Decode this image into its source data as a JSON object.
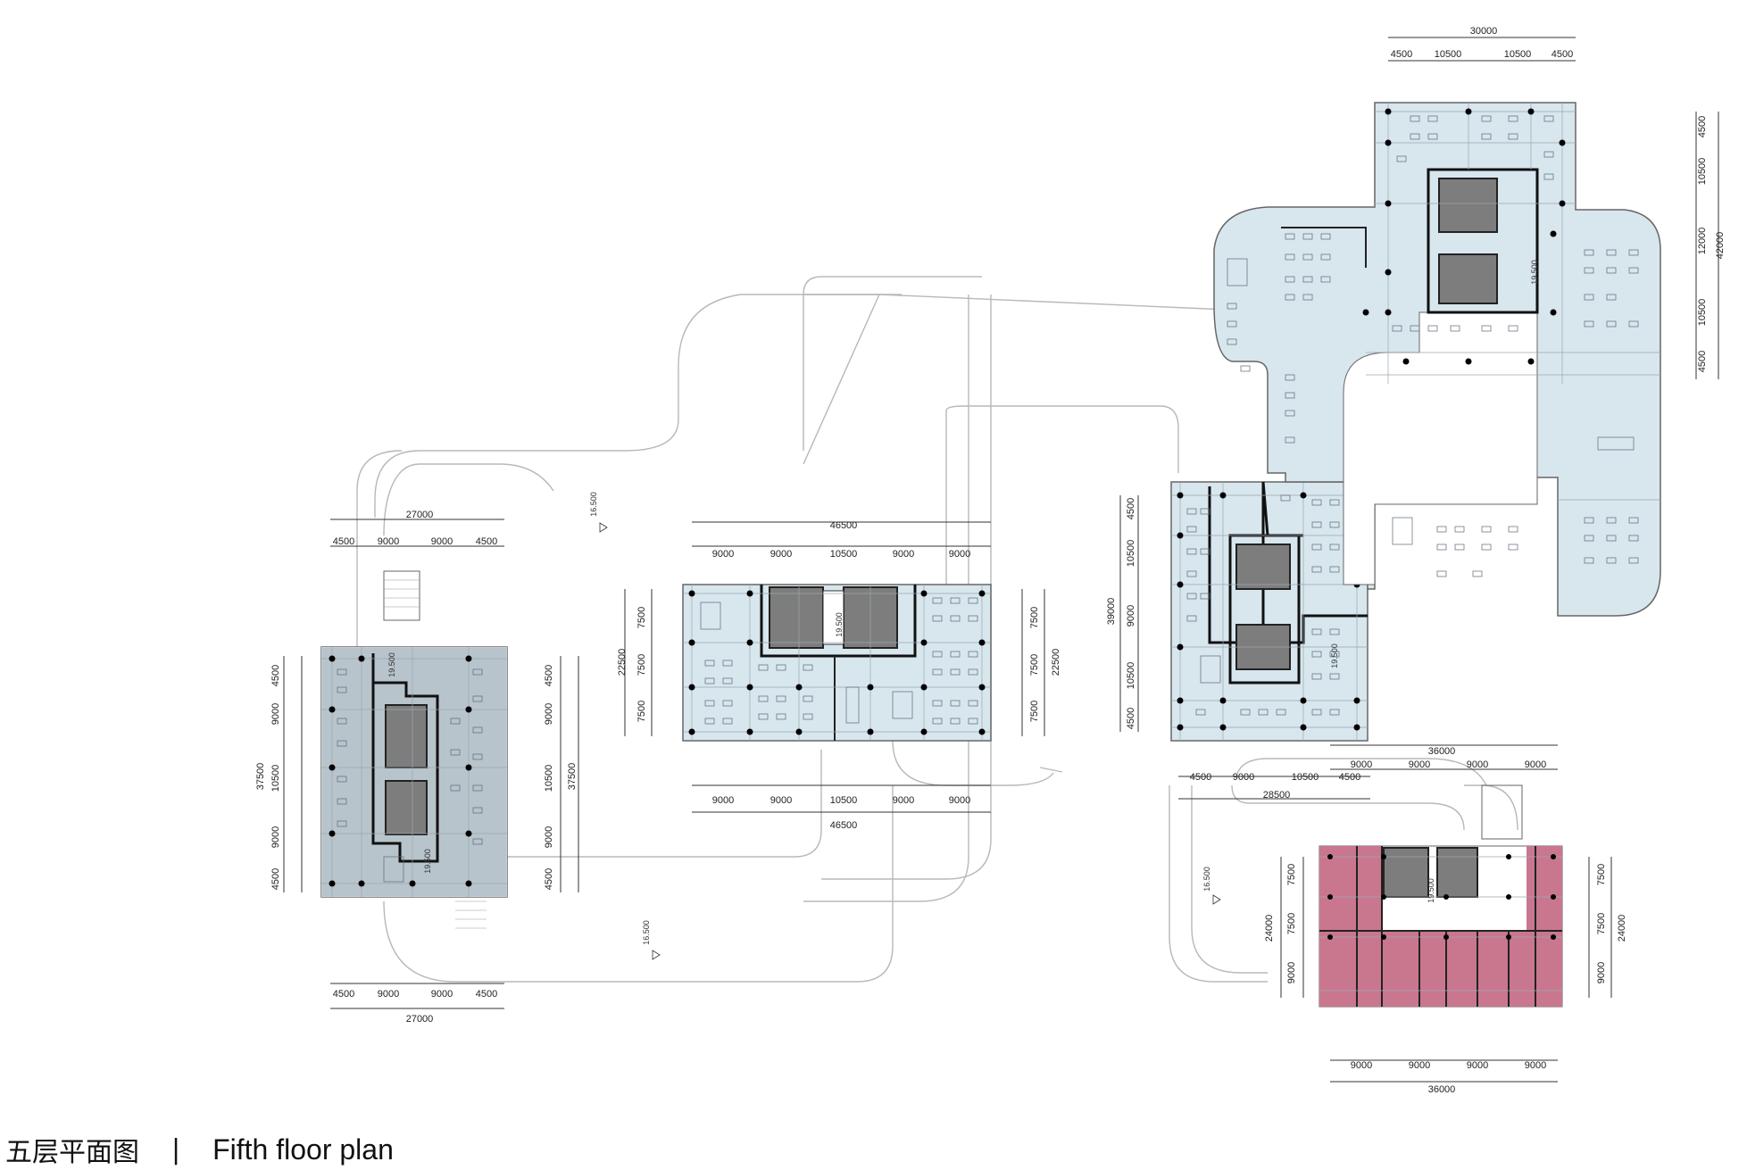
{
  "caption": {
    "chinese": "五层平面图",
    "separator": "|",
    "english": "Fifth floor plan"
  },
  "colors": {
    "office": "#d8e6ee",
    "hotel": "#c9778f",
    "core": "#7d7d7d",
    "road": "#b8b8b8"
  },
  "levels": {
    "floor": "19.500",
    "ground": "16.500"
  },
  "buildings": {
    "west": {
      "top_total": "27000",
      "top_segments": [
        "4500",
        "9000",
        "9000",
        "4500"
      ],
      "bottom_total": "27000",
      "bottom_segments": [
        "4500",
        "9000",
        "9000",
        "4500"
      ],
      "left_total": "37500",
      "left_segments": [
        "4500",
        "9000",
        "10500",
        "9000",
        "4500"
      ],
      "right_total": "37500",
      "right_segments": [
        "4500",
        "9000",
        "10500",
        "9000",
        "4500"
      ]
    },
    "center": {
      "top_total": "46500",
      "top_segments": [
        "9000",
        "9000",
        "10500",
        "9000",
        "9000"
      ],
      "bottom_total": "46500",
      "bottom_segments": [
        "9000",
        "9000",
        "10500",
        "9000",
        "9000"
      ],
      "left_total": "22500",
      "left_segments": [
        "7500",
        "7500",
        "7500"
      ],
      "right_total": "22500",
      "right_segments": [
        "7500",
        "7500",
        "7500"
      ]
    },
    "east": {
      "left_total": "39000",
      "left_segments": [
        "4500",
        "10500",
        "9000",
        "10500",
        "4500"
      ],
      "bottom_total": "28500",
      "bottom_segments": [
        "4500",
        "9000",
        "10500",
        "4500"
      ]
    },
    "north": {
      "top_total": "30000",
      "top_segments": [
        "4500",
        "10500",
        "10500",
        "4500"
      ],
      "right_total": "42000",
      "right_segments": [
        "4500",
        "10500",
        "12000",
        "10500",
        "4500"
      ]
    },
    "hotel": {
      "top_total": "36000",
      "top_segments": [
        "9000",
        "9000",
        "9000",
        "9000"
      ],
      "bottom_total": "36000",
      "bottom_segments": [
        "9000",
        "9000",
        "9000",
        "9000"
      ],
      "left_total": "24000",
      "left_segments": [
        "7500",
        "7500",
        "9000"
      ],
      "right_total": "24000",
      "right_segments": [
        "7500",
        "7500",
        "9000"
      ]
    }
  }
}
